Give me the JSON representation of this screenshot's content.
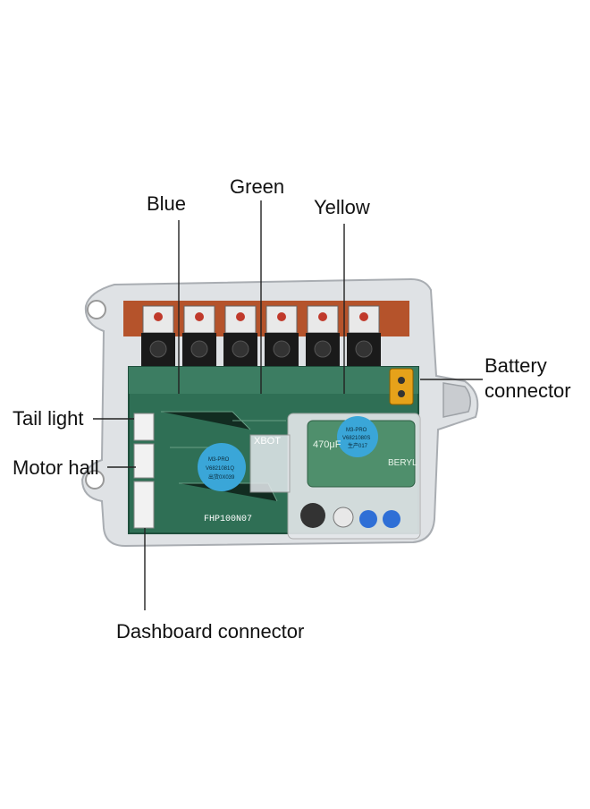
{
  "labels": {
    "blue": "Blue",
    "green": "Green",
    "yellow": "Yellow",
    "battery_line1": "Battery",
    "battery_line2": "connector",
    "tail_light": "Tail light",
    "motor_hall": "Motor hall",
    "dashboard": "Dashboard connector"
  },
  "board_markings": {
    "brand": "XBOT",
    "part_no": "FHP100N07",
    "cap_value": "470μF",
    "cap_brand": "BERYL",
    "sticker_left": [
      "M3-PRO",
      "V6821081Q",
      "出货0X039"
    ],
    "sticker_right": [
      "M3-PRO",
      "V6821080S",
      "生产017"
    ]
  },
  "colors": {
    "pcb_green": "#2f6f55",
    "pcb_dark": "#1f4f3c",
    "copper": "#b5532b",
    "housing": "#d6d9dc",
    "sticker": "#3aa6d8",
    "capacitor": "#4f8f6c",
    "xt_yellow": "#e6a21a"
  }
}
